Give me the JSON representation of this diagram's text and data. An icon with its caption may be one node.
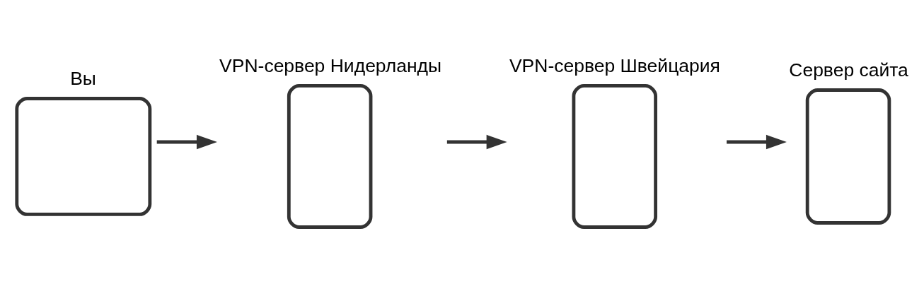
{
  "diagram": {
    "nodes": [
      {
        "text": [
          "Вы"
        ]
      },
      {
        "text": [
          "VPN-сервер Нидерланды"
        ]
      },
      {
        "text": [
          "VPN-сервер Швейцария"
        ]
      },
      {
        "text": [
          "Сервер сайта"
        ]
      }
    ],
    "edges": [
      {
        "from": 0,
        "to": 1,
        "arrow": "to"
      },
      {
        "from": 1,
        "to": 2,
        "arrow": "to"
      },
      {
        "from": 2,
        "to": 3,
        "arrow": "to"
      }
    ]
  }
}
